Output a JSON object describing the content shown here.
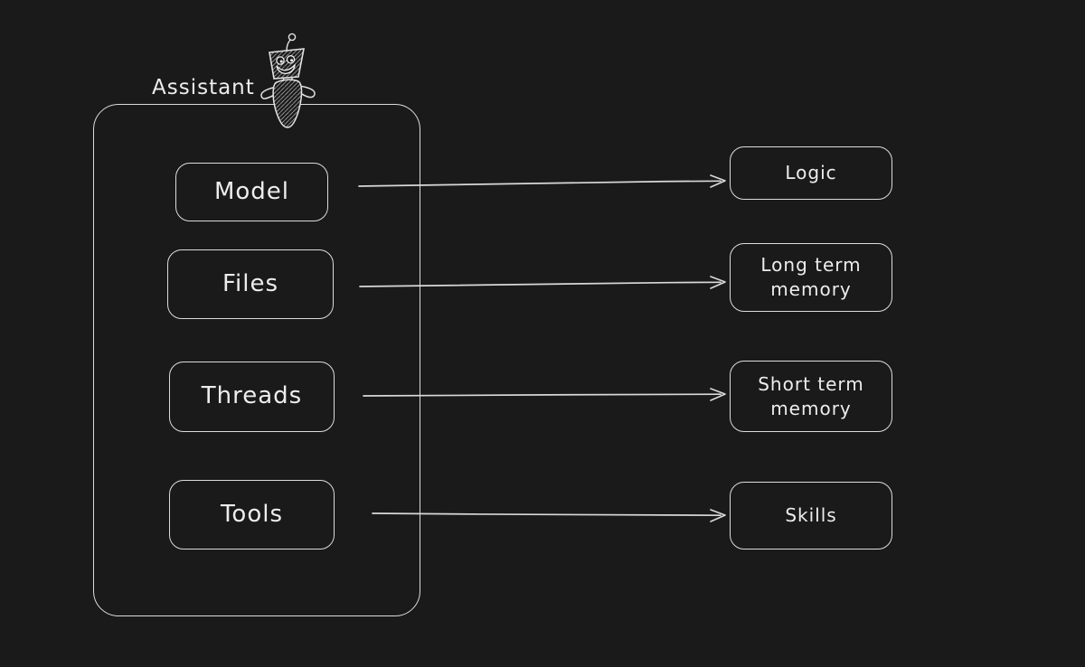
{
  "canvas": {
    "background_color": "#1a1a1a",
    "stroke_color": "#dcdcdc",
    "text_color": "#ededed",
    "style": "hand-drawn-sketch-dark"
  },
  "diagram": {
    "group": {
      "label": "Assistant",
      "icon": "robot-doodle-icon"
    },
    "nodes": [
      {
        "id": "model",
        "label": "Model"
      },
      {
        "id": "files",
        "label": "Files"
      },
      {
        "id": "threads",
        "label": "Threads"
      },
      {
        "id": "tools",
        "label": "Tools"
      }
    ],
    "targets": [
      {
        "id": "logic",
        "label": "Logic"
      },
      {
        "id": "long-term-memory",
        "label": "Long term memory"
      },
      {
        "id": "short-term-memory",
        "label": "Short term memory"
      },
      {
        "id": "skills",
        "label": "Skills"
      }
    ],
    "edges": [
      {
        "from": "Model",
        "to": "Logic"
      },
      {
        "from": "Files",
        "to": "Long term memory"
      },
      {
        "from": "Threads",
        "to": "Short term memory"
      },
      {
        "from": "Tools",
        "to": "Skills"
      }
    ]
  }
}
